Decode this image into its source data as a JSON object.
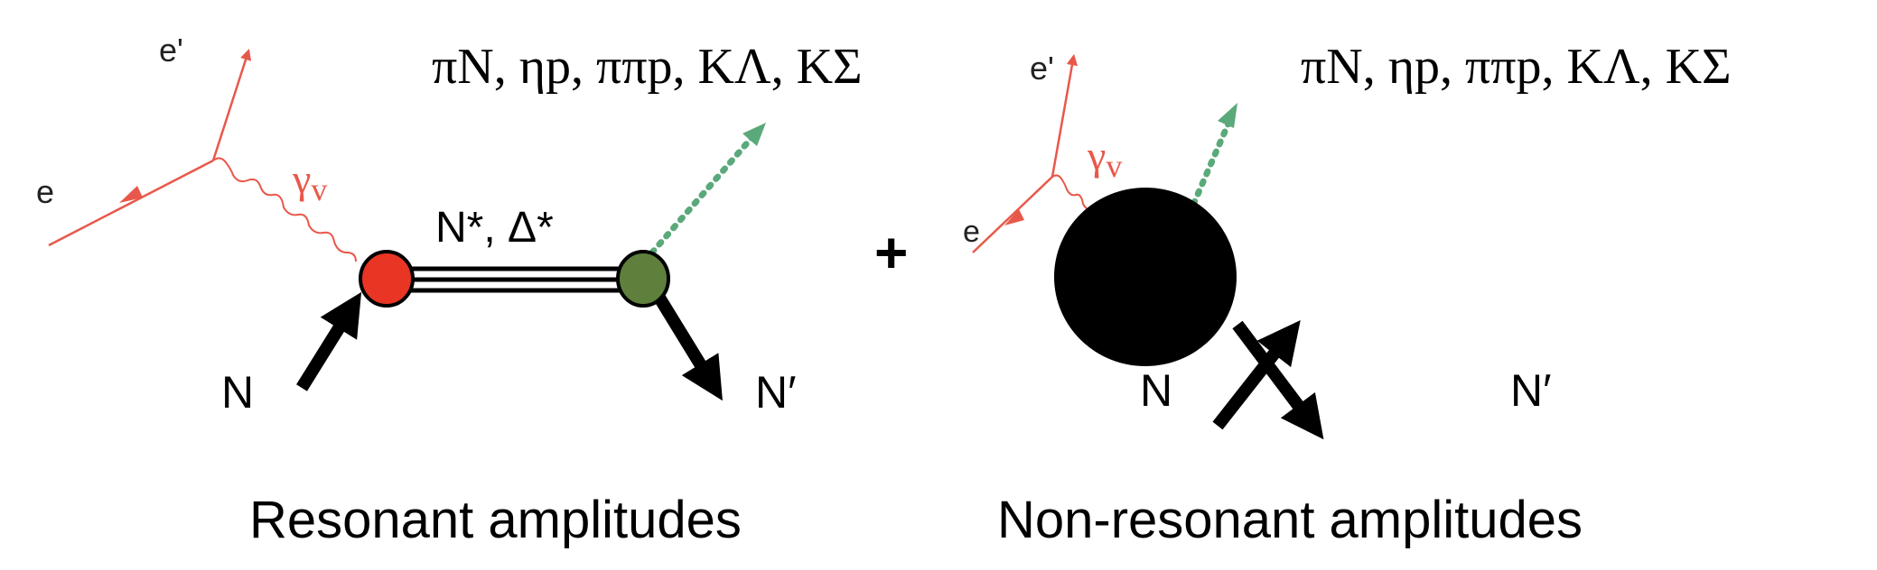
{
  "colors": {
    "electron_line": "#e8584a",
    "photon_line": "#e8584a",
    "meson_line": "#5aa97a",
    "em_vertex": "#e83524",
    "strong_vertex": "#5f7f3d",
    "blob": "#000000",
    "text": "#000000"
  },
  "operator": "+",
  "resonant": {
    "caption": "Resonant amplitudes",
    "final_states": "πN, ηp, ππp, KΛ, KΣ",
    "incoming_electron": "e",
    "outgoing_electron": "e'",
    "virtual_photon": "γ",
    "virtual_photon_sub": "v",
    "propagator": "N*, Δ*",
    "incoming_nucleon": "N",
    "outgoing_nucleon": "N′"
  },
  "non_resonant": {
    "caption": "Non-resonant amplitudes",
    "final_states": "πN, ηp, ππp, KΛ, KΣ",
    "incoming_electron": "e",
    "outgoing_electron": "e'",
    "virtual_photon": "γ",
    "virtual_photon_sub": "v",
    "incoming_nucleon": "N",
    "outgoing_nucleon": "N′"
  }
}
